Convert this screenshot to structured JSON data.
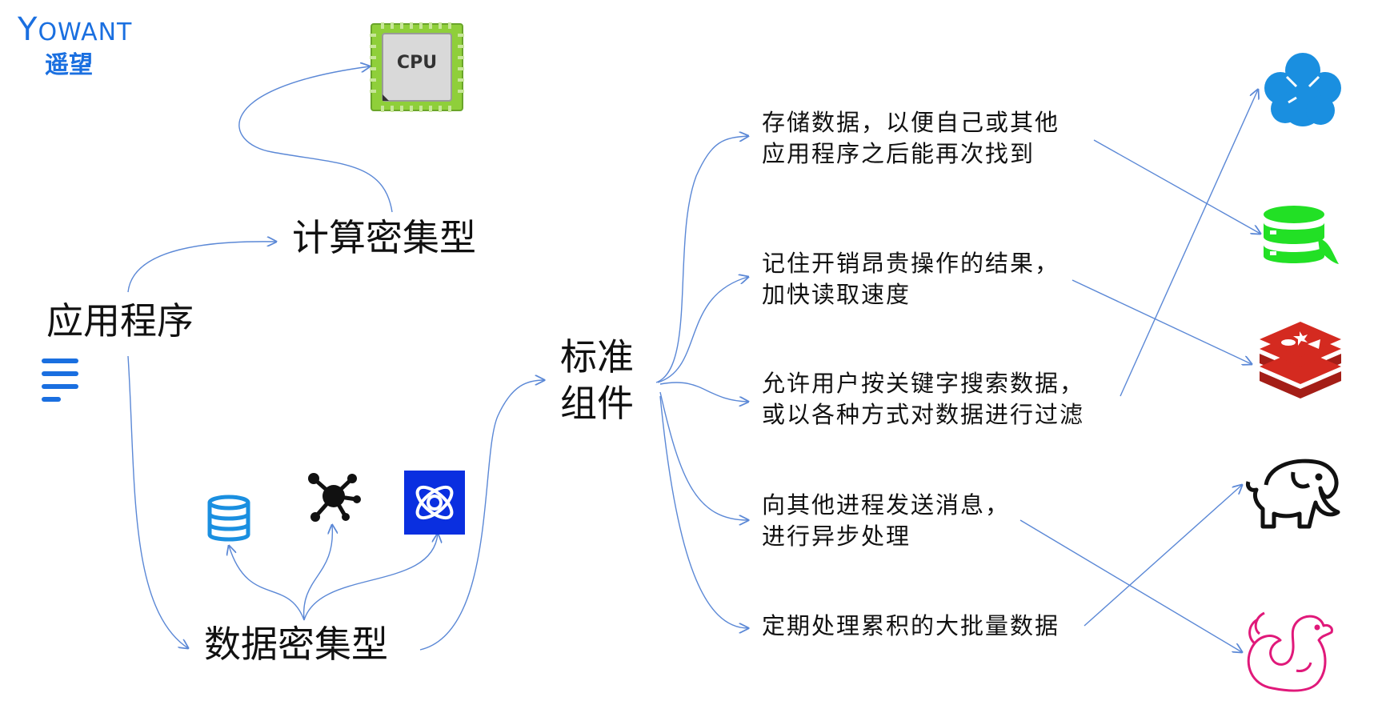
{
  "logo": {
    "brand_en_first": "Y",
    "brand_en_rest": "OWANT",
    "brand_cn": "遥望"
  },
  "cpu_chip": {
    "label": "CPU"
  },
  "nodes": {
    "app": "应用程序",
    "compute": "计算密集型",
    "data": "数据密集型",
    "standard_line1": "标准",
    "standard_line2": "组件"
  },
  "functions": [
    {
      "line1": "存储数据，以便自己或其他",
      "line2": "应用程序之后能再次找到"
    },
    {
      "line1": "记住开销昂贵操作的结果，",
      "line2": "加快读取速度"
    },
    {
      "line1": "允许用户按关键字搜索数据，",
      "line2": "或以各种方式对数据进行过滤"
    },
    {
      "line1": "向其他进程发送消息，",
      "line2": "进行异步处理"
    },
    {
      "line1": "定期处理累积的大批量数据",
      "line2": ""
    }
  ],
  "colors": {
    "arrow": "#5b88d6",
    "brand": "#1a6fe0",
    "database_icon": "#1a8fe0",
    "cloud_icon": "#1a8fe0",
    "green_db_icon": "#22e025",
    "redis_icon": "#d42a20",
    "cpu_board": "#8fcf3a",
    "blue_square_icon": "#0a2fe0",
    "flink_icon": "#e0197a"
  },
  "icons": [
    "menu-lines-icon",
    "cpu-chip-icon",
    "database-icon",
    "network-node-icon",
    "blue-square-app-icon",
    "blue-cloud-icon",
    "green-database-icon",
    "redis-icon",
    "hadoop-elephant-icon",
    "flink-squirrel-icon"
  ]
}
